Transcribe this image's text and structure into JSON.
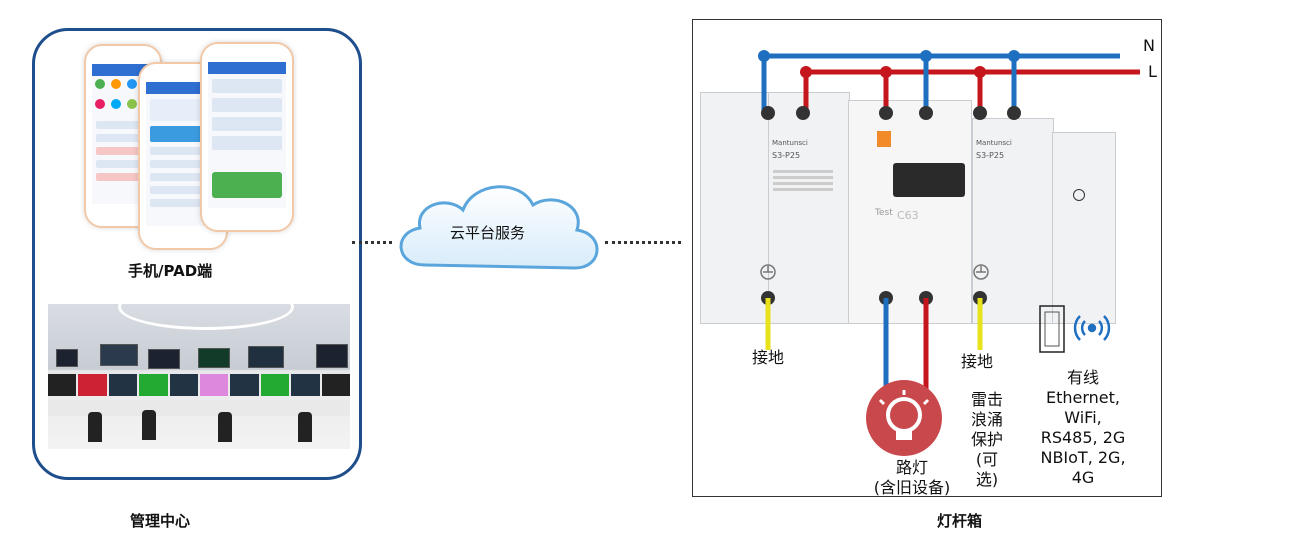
{
  "mobile": {
    "label": "手机/PAD端"
  },
  "management": {
    "label": "管理中心"
  },
  "cloud": {
    "label": "云平台服务"
  },
  "lamp_box": {
    "title": "灯杆箱",
    "n_label": "N",
    "l_label": "L",
    "ground_left": "接地",
    "ground_right": "接地",
    "surge": [
      "雷击",
      "浪涌",
      "保护",
      "(可",
      "选)"
    ],
    "comm": [
      "有线",
      "Ethernet,",
      "WiFi,",
      "RS485, 2G",
      "NBIoT, 2G,",
      "4G"
    ],
    "lamp_line1": "路灯",
    "lamp_line2": "(含旧设备)",
    "breaker_brand": "Mantunsci",
    "breaker_model": "S3-P25",
    "breaker_c": "C63",
    "breaker_test": "Test"
  },
  "colors": {
    "neutral": "#1f6fc1",
    "live": "#c4161c",
    "ground": "#e7e21b",
    "frame": "#1f4e8c"
  }
}
